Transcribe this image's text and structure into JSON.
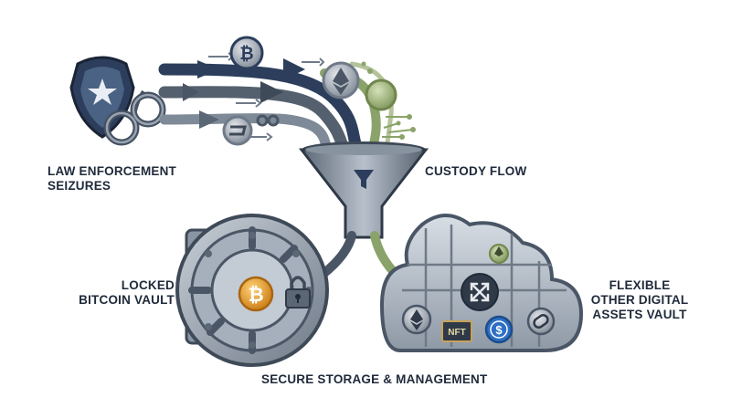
{
  "labels": {
    "law_enforcement": [
      "LAW ENFORCEMENT",
      "SEIZURES"
    ],
    "custody_flow": "CUSTODY FLOW",
    "locked_vault": [
      "LOCKED",
      "BITCOIN VAULT"
    ],
    "flexible_vault": [
      "FLEXIBLE",
      "OTHER DIGITAL",
      "ASSETS VAULT"
    ],
    "secure_storage": "SECURE STORAGE & MANAGEMENT"
  },
  "badges": {
    "bitcoin": "₿",
    "dollar": "$",
    "nft": "NFT"
  },
  "icons": {
    "police_badge": "police-badge-icon",
    "handcuffs": "handcuffs-icon",
    "funnel": "funnel-icon",
    "filter": "filter-icon",
    "vault": "vault-icon",
    "padlock": "padlock-icon",
    "cloud": "cloud-icon",
    "expand": "expand-arrows-icon",
    "ethereum": "ethereum-icon",
    "dash": "dash-coin-icon"
  },
  "colors": {
    "navy": "#2c3e5c",
    "steel": "#7f8a98",
    "bitcoin_orange": "#e89a23",
    "green_accent": "#8aa36a",
    "usdc_blue": "#2d6fc4"
  }
}
